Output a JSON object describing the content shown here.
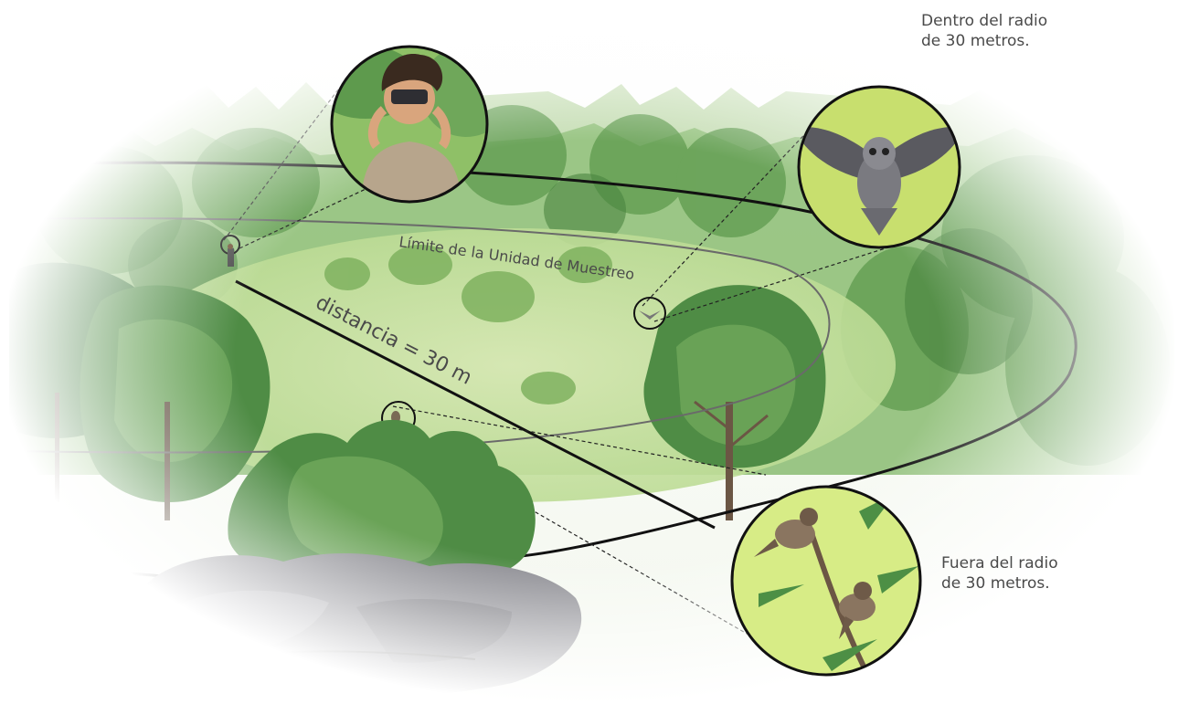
{
  "labels": {
    "inside_line1": "Dentro del radio",
    "inside_line2": "de 30 metros.",
    "outside_line1": "Fuera del radio",
    "outside_line2": "de 30 metros.",
    "boundary": "Límite de la Unidad de Muestreo",
    "distance": "distancia = 30 m"
  },
  "icons": {
    "observer": "observer-with-binoculars",
    "owl": "owl-in-flight",
    "sparrows": "sparrows-on-branch"
  },
  "colors": {
    "forest_dark": "#3f7a3c",
    "forest_mid": "#6fa75a",
    "forest_light": "#a9cf86",
    "meadow": "#c9e2a0",
    "rock": "#8f8f95",
    "ring_outer": "#111111",
    "ring_inner": "#6a6a6a"
  }
}
